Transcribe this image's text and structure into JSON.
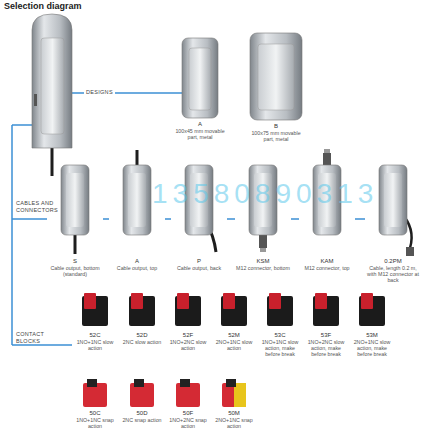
{
  "diagram": {
    "title": "Selection diagram",
    "nodes": [
      {
        "text": [
          "A",
          "100x45 mm movable part, metal"
        ]
      },
      {
        "text": [
          "B",
          "100x75 mm movable part, metal"
        ]
      },
      {
        "text": [
          "S",
          "Cable output, bottom (standard)"
        ]
      },
      {
        "text": [
          "A",
          "Cable output, top"
        ]
      },
      {
        "text": [
          "P",
          "Cable output, back"
        ]
      },
      {
        "text": [
          "KSM",
          "M12 connector, bottom"
        ]
      },
      {
        "text": [
          "KAM",
          "M12 connector, top"
        ]
      },
      {
        "text": [
          "0.2PM",
          "Cable, length 0.2 m, with M12 connector at back"
        ]
      },
      {
        "text": [
          "52C",
          "1NO+1NC slow action"
        ]
      },
      {
        "text": [
          "52D",
          "2NC slow action"
        ]
      },
      {
        "text": [
          "52F",
          "1NO+2NC slow action"
        ]
      },
      {
        "text": [
          "52M",
          "2NO+1NC slow action"
        ]
      },
      {
        "text": [
          "53C",
          "1NO+1NC slow action, make before break"
        ]
      },
      {
        "text": [
          "53F",
          "1NO+2NC slow action, make before break"
        ]
      },
      {
        "text": [
          "53M",
          "2NO+1NC slow action, make before break"
        ]
      },
      {
        "text": [
          "50C",
          "1NO+1NC snap action"
        ]
      },
      {
        "text": [
          "50D",
          "2NC snap action"
        ]
      },
      {
        "text": [
          "50F",
          "1NO+2NC snap action"
        ]
      },
      {
        "text": [
          "50M",
          "2NO+1NC snap action"
        ]
      }
    ],
    "edges": [
      {
        "from": 2,
        "to": 3,
        "arrow": "none"
      },
      {
        "from": 3,
        "to": 4,
        "arrow": "none"
      },
      {
        "from": 4,
        "to": 5,
        "arrow": "none"
      },
      {
        "from": 5,
        "to": 6,
        "arrow": "none"
      },
      {
        "from": 6,
        "to": 7,
        "arrow": "none"
      }
    ],
    "labels": [
      "DESIGNS",
      "CABLES AND CONNECTORS",
      "CONTACT BLOCKS",
      "13580890313"
    ]
  }
}
